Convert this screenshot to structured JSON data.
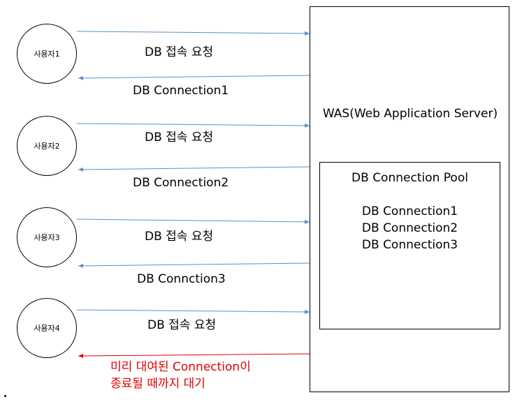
{
  "was": {
    "title": "WAS(Web Application Server)",
    "pool_title": "DB Connection Pool",
    "pool_items": [
      "DB Connection1",
      "DB Connection2",
      "DB Connection3"
    ]
  },
  "users": [
    {
      "label": "사용자1",
      "request": "DB  접속 요청",
      "response": "DB Connection1"
    },
    {
      "label": "사용자2",
      "request": "DB  접속 요청",
      "response": "DB Connection2"
    },
    {
      "label": "사용자3",
      "request": "DB  접속 요청",
      "response": "DB Connction3"
    },
    {
      "label": "사용자4",
      "request": "DB  접속 요청",
      "response": ""
    }
  ],
  "wait_note": {
    "line1": "미리 대여된  Connection이",
    "line2": "종료될 때까지 대기"
  },
  "colors": {
    "request_arrow": "#5b8fc7",
    "response_arrow": "#5b8fc7",
    "wait_arrow": "#e00000",
    "wait_text": "#e00000"
  }
}
